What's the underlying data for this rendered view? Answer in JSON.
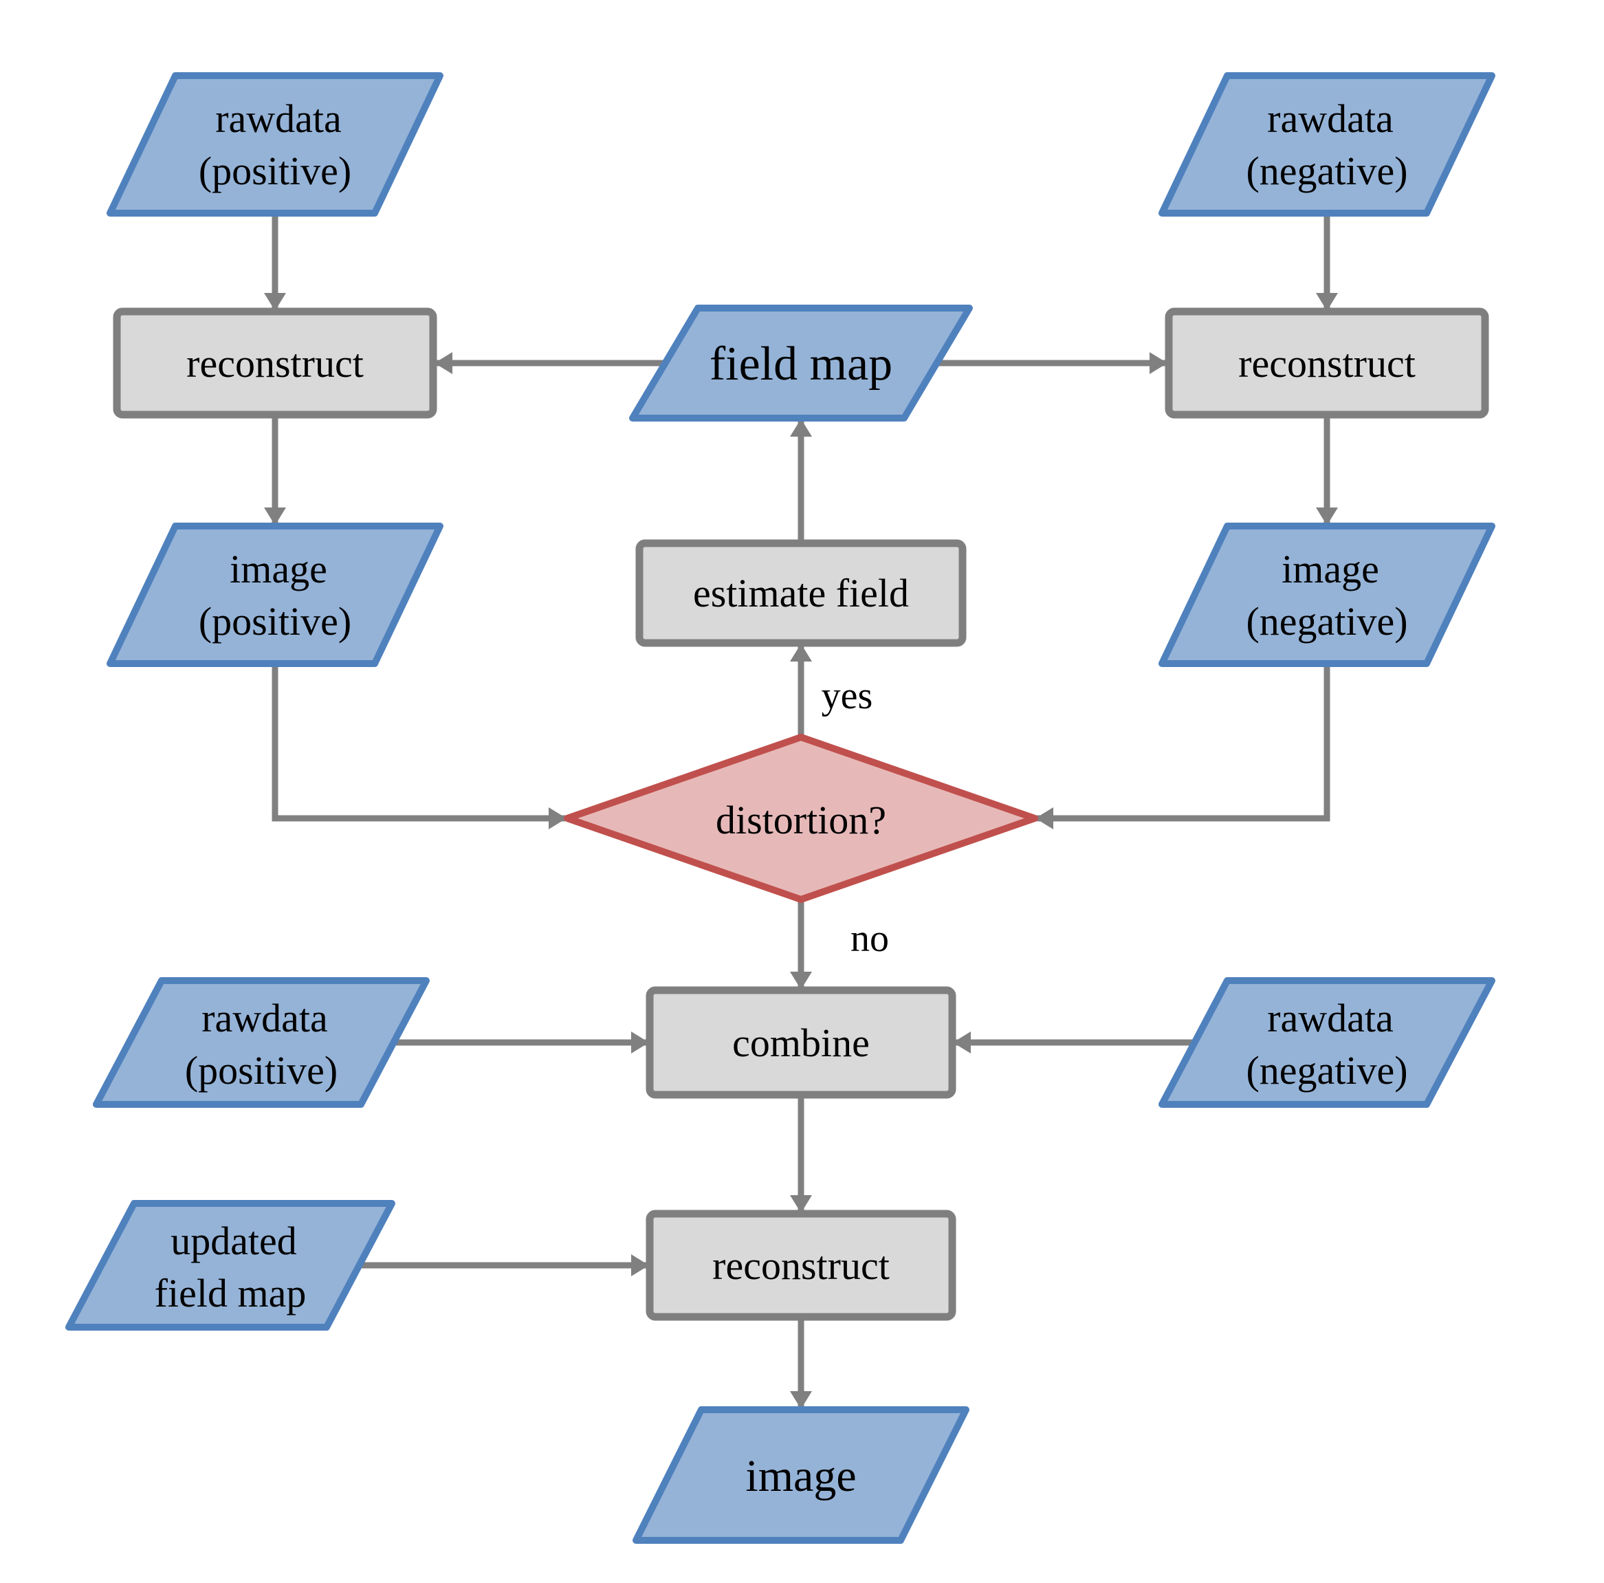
{
  "diagram": {
    "type": "flowchart",
    "colors": {
      "background": "#ffffff",
      "data_fill": "#95B3D7",
      "data_border": "#4F81BD",
      "process_fill": "#D9D9D9",
      "process_border": "#7F7F7F",
      "decision_fill": "#E6B9B8",
      "decision_border": "#C0504D",
      "arrow": "#808080",
      "text": "#000000"
    },
    "nodes": {
      "rawdata_pos_top": {
        "shape": "parallelogram",
        "role": "data",
        "line1": "rawdata",
        "line2": "(positive)"
      },
      "rawdata_neg_top": {
        "shape": "parallelogram",
        "role": "data",
        "line1": "rawdata",
        "line2": "(negative)"
      },
      "reconstruct_left": {
        "shape": "rectangle",
        "role": "process",
        "label": "reconstruct"
      },
      "reconstruct_right": {
        "shape": "rectangle",
        "role": "process",
        "label": "reconstruct"
      },
      "field_map": {
        "shape": "parallelogram",
        "role": "data",
        "label": "field map"
      },
      "estimate_field": {
        "shape": "rectangle",
        "role": "process",
        "label": "estimate field"
      },
      "image_pos": {
        "shape": "parallelogram",
        "role": "data",
        "line1": "image",
        "line2": "(positive)"
      },
      "image_neg": {
        "shape": "parallelogram",
        "role": "data",
        "line1": "image",
        "line2": "(negative)"
      },
      "distortion": {
        "shape": "diamond",
        "role": "decision",
        "label": "distortion?"
      },
      "combine": {
        "shape": "rectangle",
        "role": "process",
        "label": "combine"
      },
      "rawdata_pos_mid": {
        "shape": "parallelogram",
        "role": "data",
        "line1": "rawdata",
        "line2": "(positive)"
      },
      "rawdata_neg_mid": {
        "shape": "parallelogram",
        "role": "data",
        "line1": "rawdata",
        "line2": "(negative)"
      },
      "updated_field_map": {
        "shape": "parallelogram",
        "role": "data",
        "line1": "updated",
        "line2": "field map"
      },
      "reconstruct_bottom": {
        "shape": "rectangle",
        "role": "process",
        "label": "reconstruct"
      },
      "image_final": {
        "shape": "parallelogram",
        "role": "data",
        "label": "image"
      }
    },
    "edge_labels": {
      "yes": "yes",
      "no": "no"
    },
    "edges": [
      {
        "from": "rawdata_pos_top",
        "to": "reconstruct_left"
      },
      {
        "from": "rawdata_neg_top",
        "to": "reconstruct_right"
      },
      {
        "from": "field_map",
        "to": "reconstruct_left"
      },
      {
        "from": "field_map",
        "to": "reconstruct_right"
      },
      {
        "from": "reconstruct_left",
        "to": "image_pos"
      },
      {
        "from": "reconstruct_right",
        "to": "image_neg"
      },
      {
        "from": "image_pos",
        "to": "distortion"
      },
      {
        "from": "image_neg",
        "to": "distortion"
      },
      {
        "from": "distortion",
        "to": "estimate_field",
        "label": "yes"
      },
      {
        "from": "estimate_field",
        "to": "field_map"
      },
      {
        "from": "distortion",
        "to": "combine",
        "label": "no"
      },
      {
        "from": "rawdata_pos_mid",
        "to": "combine"
      },
      {
        "from": "rawdata_neg_mid",
        "to": "combine"
      },
      {
        "from": "combine",
        "to": "reconstruct_bottom"
      },
      {
        "from": "updated_field_map",
        "to": "reconstruct_bottom"
      },
      {
        "from": "reconstruct_bottom",
        "to": "image_final"
      }
    ]
  }
}
